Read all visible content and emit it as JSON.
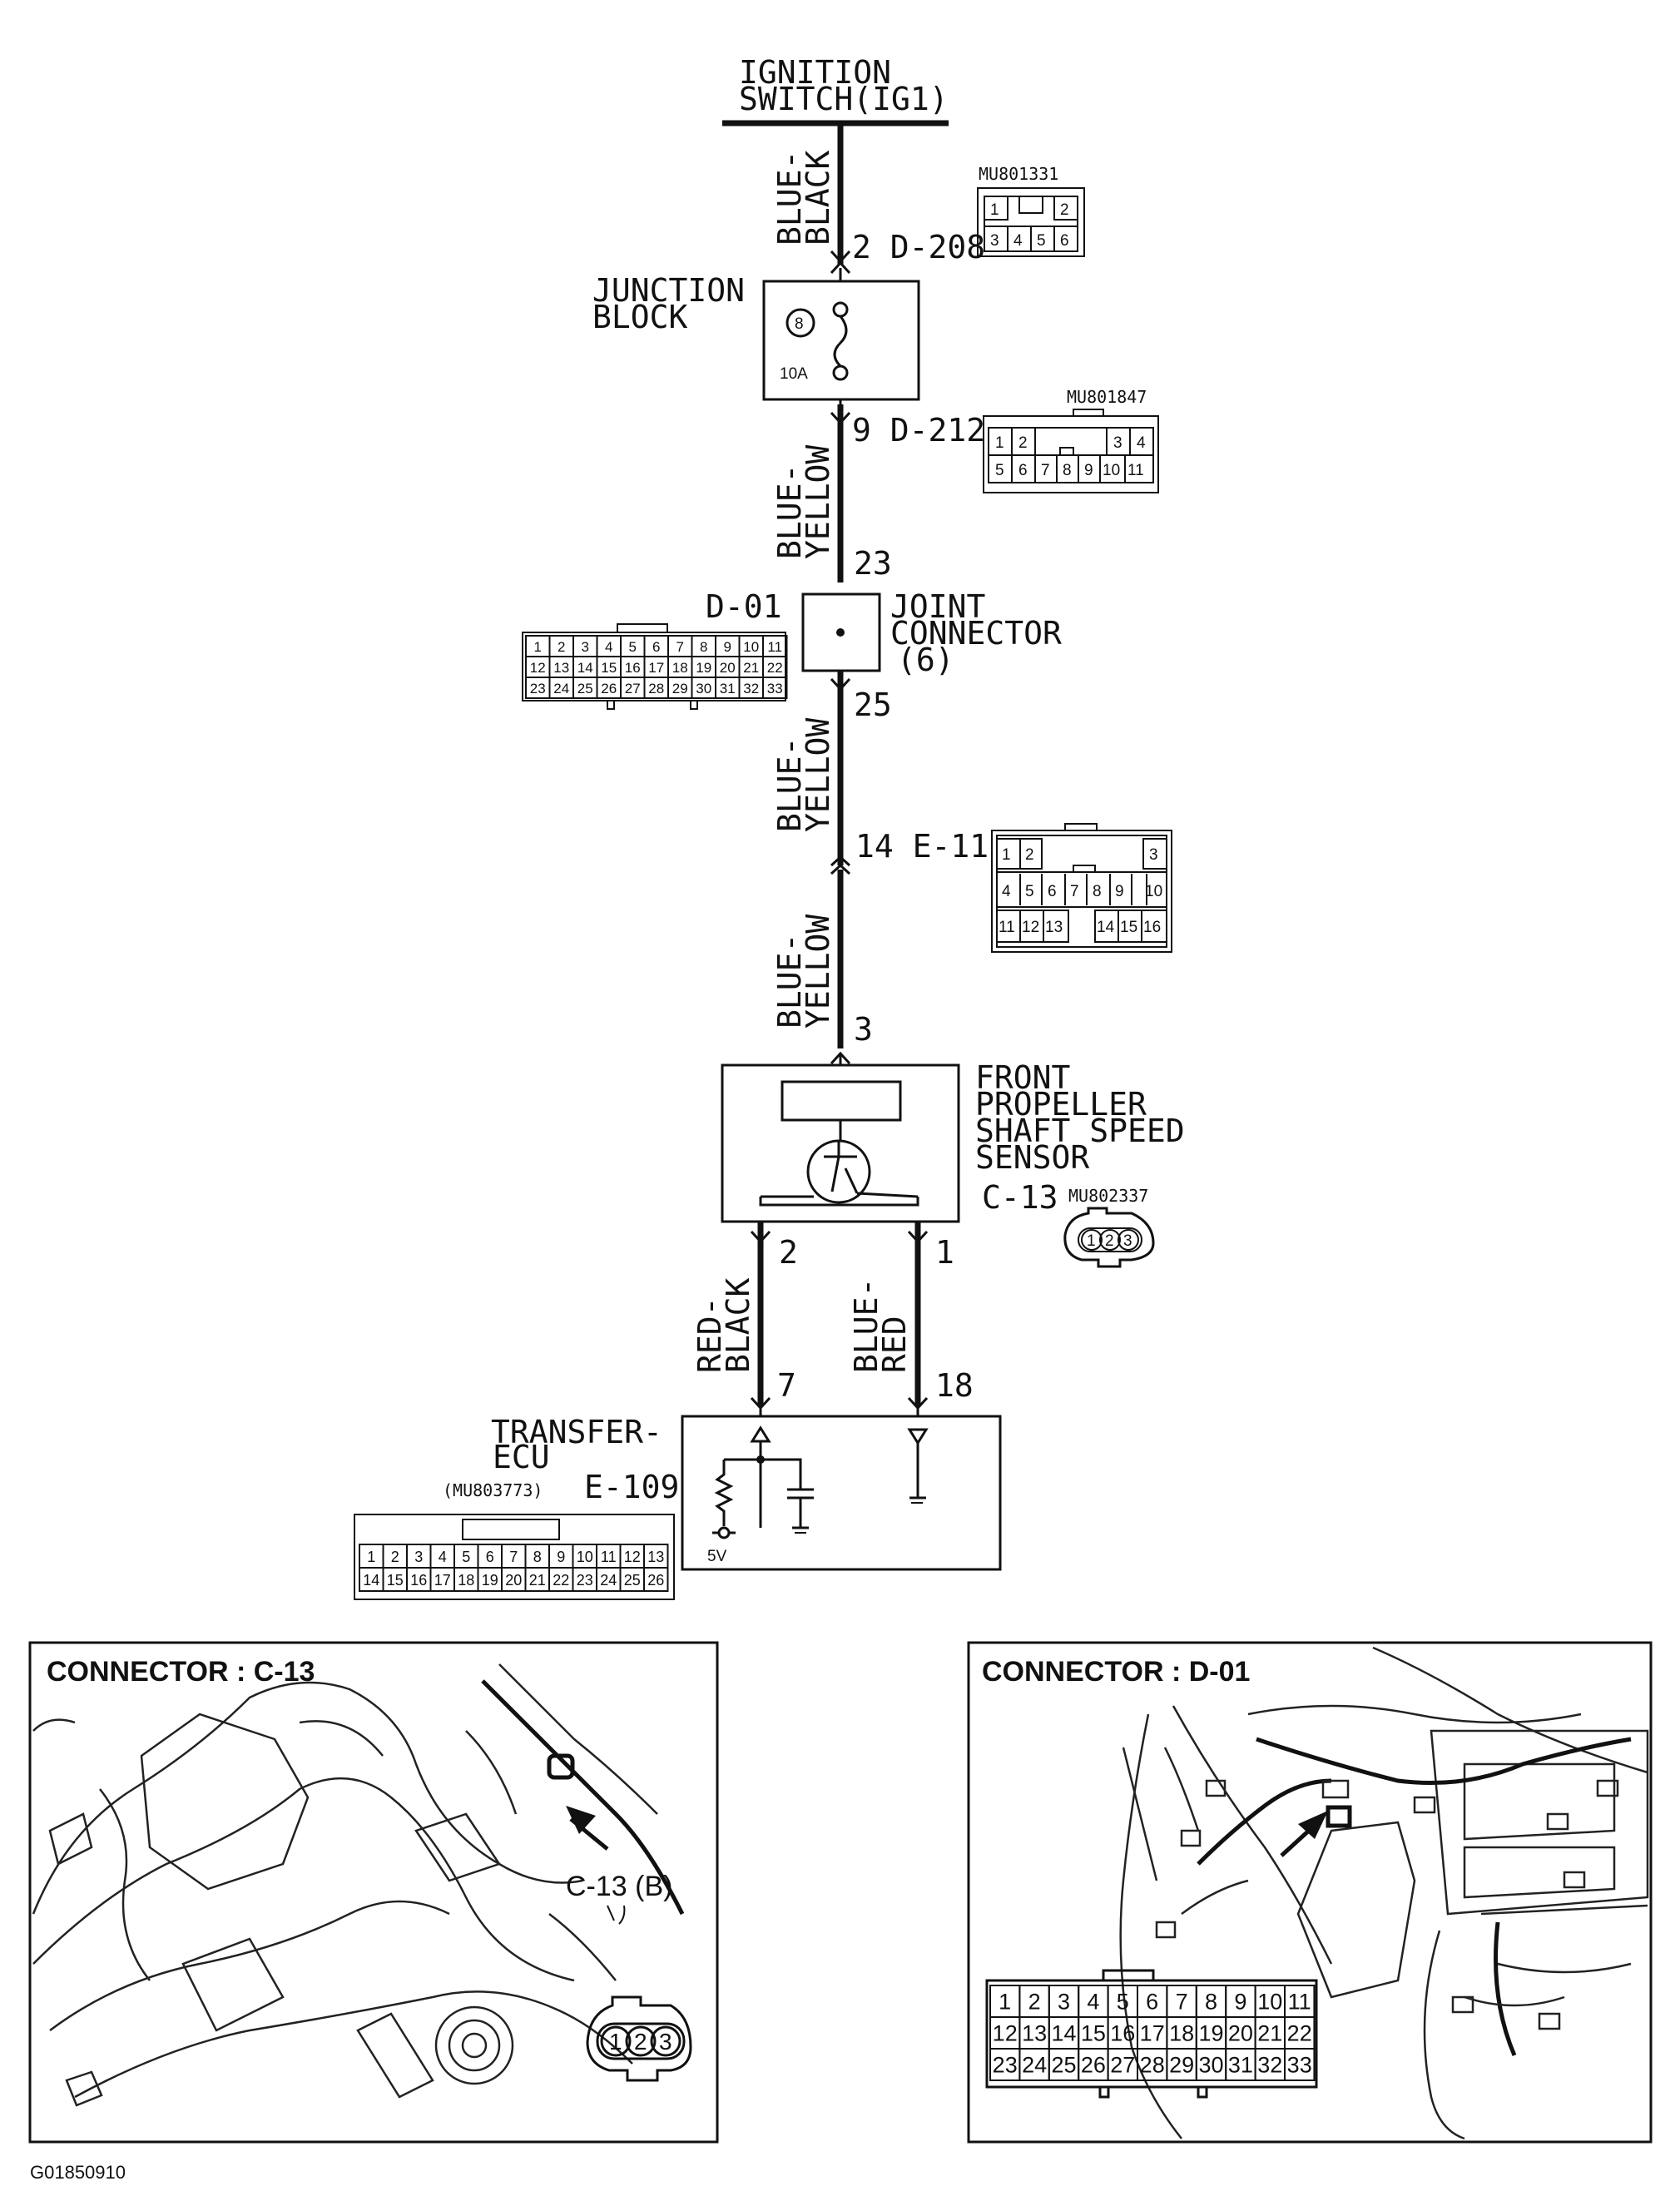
{
  "ignition": {
    "line1": "IGNITION",
    "line2": "SWITCH(IG1)"
  },
  "wires": {
    "w1": [
      "BLUE-",
      "BLACK"
    ],
    "w2": [
      "BLUE-",
      "YELLOW"
    ],
    "w3": [
      "BLUE-",
      "YELLOW"
    ],
    "w4": [
      "BLUE-",
      "YELLOW"
    ],
    "w5": [
      "RED-",
      "BLACK"
    ],
    "w6": [
      "BLUE-",
      "RED"
    ]
  },
  "pins": {
    "d208": "2 D-208",
    "d212": "9 D-212",
    "p23": "23",
    "p25": "25",
    "e11": "14 E-11",
    "p3": "3",
    "p2": "2",
    "p1": "1",
    "p7": "7",
    "p18": "18"
  },
  "junction_block": {
    "line1": "JUNCTION",
    "line2": "BLOCK",
    "fuse_no": "8",
    "fuse_amp": "10A"
  },
  "joint_connector": {
    "line1": "JOINT",
    "line2": "CONNECTOR",
    "line3": "(6)"
  },
  "sensor": {
    "line1": "FRONT",
    "line2": "PROPELLER",
    "line3": "SHAFT SPEED",
    "line4": "SENSOR",
    "code": "C-13"
  },
  "ecu": {
    "line1": "TRANSFER-",
    "line2": "ECU",
    "code": "E-109",
    "part": "(MU803773)",
    "voltage": "5V"
  },
  "connectors": {
    "mu801331": {
      "part": "MU801331",
      "row1": [
        "1",
        "2"
      ],
      "row2": [
        "3",
        "4",
        "5",
        "6"
      ]
    },
    "mu801847": {
      "part": "MU801847",
      "row1": [
        "1",
        "2",
        "3",
        "4"
      ],
      "row2": [
        "5",
        "6",
        "7",
        "8",
        "9",
        "10",
        "11"
      ]
    },
    "d01": {
      "code": "D-01",
      "rows": [
        [
          "1",
          "2",
          "3",
          "4",
          "5",
          "6",
          "7",
          "8",
          "9",
          "10",
          "11"
        ],
        [
          "12",
          "13",
          "14",
          "15",
          "16",
          "17",
          "18",
          "19",
          "20",
          "21",
          "22"
        ],
        [
          "23",
          "24",
          "25",
          "26",
          "27",
          "28",
          "29",
          "30",
          "31",
          "32",
          "33"
        ]
      ]
    },
    "e11": {
      "row1": [
        "1",
        "2",
        "3"
      ],
      "row2": [
        "4",
        "5",
        "6",
        "7",
        "8",
        "9",
        "10"
      ],
      "row3": [
        "11",
        "12",
        "13",
        "14",
        "15",
        "16"
      ]
    },
    "mu802337": {
      "part": "MU802337",
      "pins": [
        "1",
        "2",
        "3"
      ]
    },
    "e109": {
      "rows": [
        [
          "1",
          "2",
          "3",
          "4",
          "5",
          "6",
          "7",
          "8",
          "9",
          "10",
          "11",
          "12",
          "13"
        ],
        [
          "14",
          "15",
          "16",
          "17",
          "18",
          "19",
          "20",
          "21",
          "22",
          "23",
          "24",
          "25",
          "26"
        ]
      ]
    }
  },
  "panel_c13": {
    "title": "CONNECTOR : C-13",
    "label": "C-13 (B)",
    "pins": [
      "1",
      "2",
      "3"
    ]
  },
  "panel_d01": {
    "title": "CONNECTOR : D-01"
  },
  "figure_id": "G01850910"
}
